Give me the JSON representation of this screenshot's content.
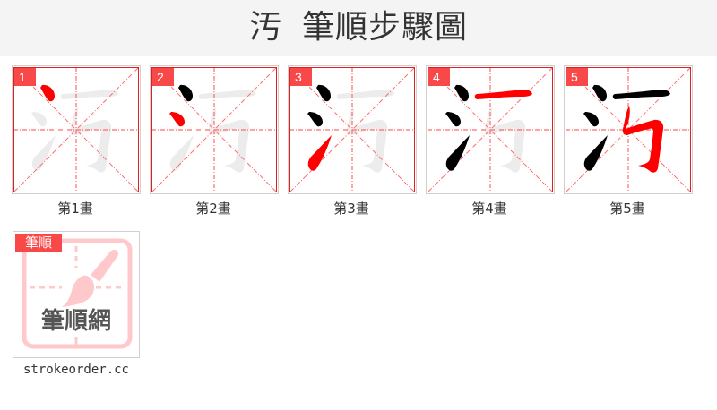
{
  "header": {
    "character": "汚",
    "title": "筆順步驟圖"
  },
  "colors": {
    "active_stroke": "#ff0000",
    "done_stroke": "#000000",
    "ghost_stroke": "#ececec",
    "grid": "#ff5a5a",
    "border": "#e0201f",
    "badge": "#f94848"
  },
  "steps": [
    {
      "number": "1",
      "caption": "第1畫"
    },
    {
      "number": "2",
      "caption": "第2畫"
    },
    {
      "number": "3",
      "caption": "第3畫"
    },
    {
      "number": "4",
      "caption": "第4畫"
    },
    {
      "number": "5",
      "caption": "第5畫"
    }
  ],
  "logo": {
    "badge": "筆順",
    "name": "筆順網",
    "site": "strokeorder.cc"
  }
}
